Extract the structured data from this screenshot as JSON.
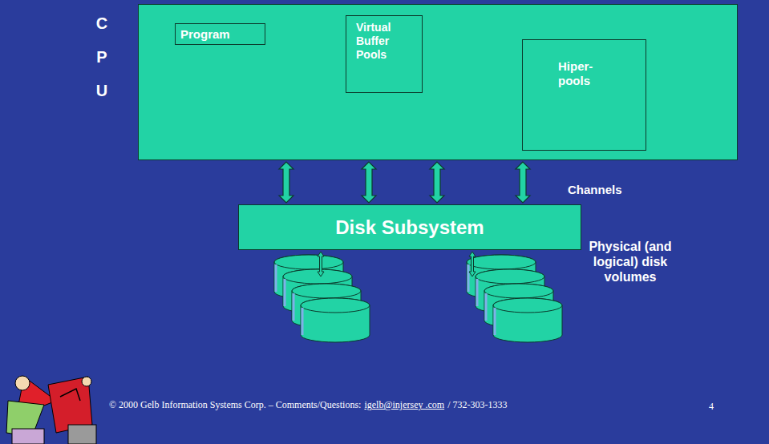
{
  "diagram": {
    "nodes": [
      {
        "text": [
          "C P U"
        ]
      },
      {
        "text": [
          "Program"
        ],
        "in": 0
      },
      {
        "text": [
          "Virtual Buffer Pools"
        ],
        "in": 0
      },
      {
        "text": [
          "Hiper- pools"
        ],
        "in": 0
      },
      {
        "text": [
          "Disk Subsystem"
        ]
      }
    ],
    "edges": [
      {
        "from": 1,
        "to": 2,
        "arrow": "both"
      },
      {
        "from": 2,
        "to": 3,
        "arrow": "both"
      },
      {
        "from": 0,
        "to": 4,
        "arrow": "both"
      },
      {
        "from": 0,
        "to": 4,
        "arrow": "both"
      },
      {
        "from": 0,
        "to": 4,
        "arrow": "both"
      },
      {
        "from": 0,
        "to": 4,
        "arrow": "both"
      }
    ],
    "labels": [
      "Channels",
      "Physical (and logical) disk volumes",
      "© 2000 Gelb Information Systems Corp. – Comments/Questions:",
      "igelb@injersey .com",
      "/ 732-303-1333",
      "4"
    ]
  }
}
